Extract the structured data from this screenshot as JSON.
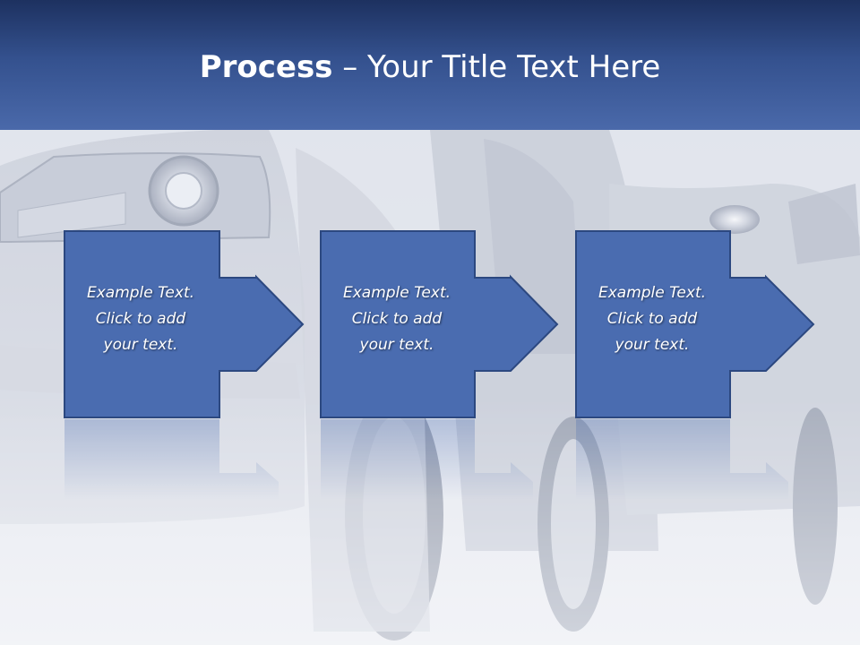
{
  "slide": {
    "title_bold": "Process",
    "title_rest": " – Your Title Text Here"
  },
  "steps": [
    {
      "text": "Example Text.\nClick  to add\nyour text."
    },
    {
      "text": "Example Text.\nClick  to add\nyour text."
    },
    {
      "text": "Example Text.\nClick  to add\nyour text."
    }
  ],
  "colors": {
    "header_dark": "#1d3160",
    "header_light": "#4a69aa",
    "box_fill": "#4a6cb0",
    "box_border": "#2c4880"
  }
}
